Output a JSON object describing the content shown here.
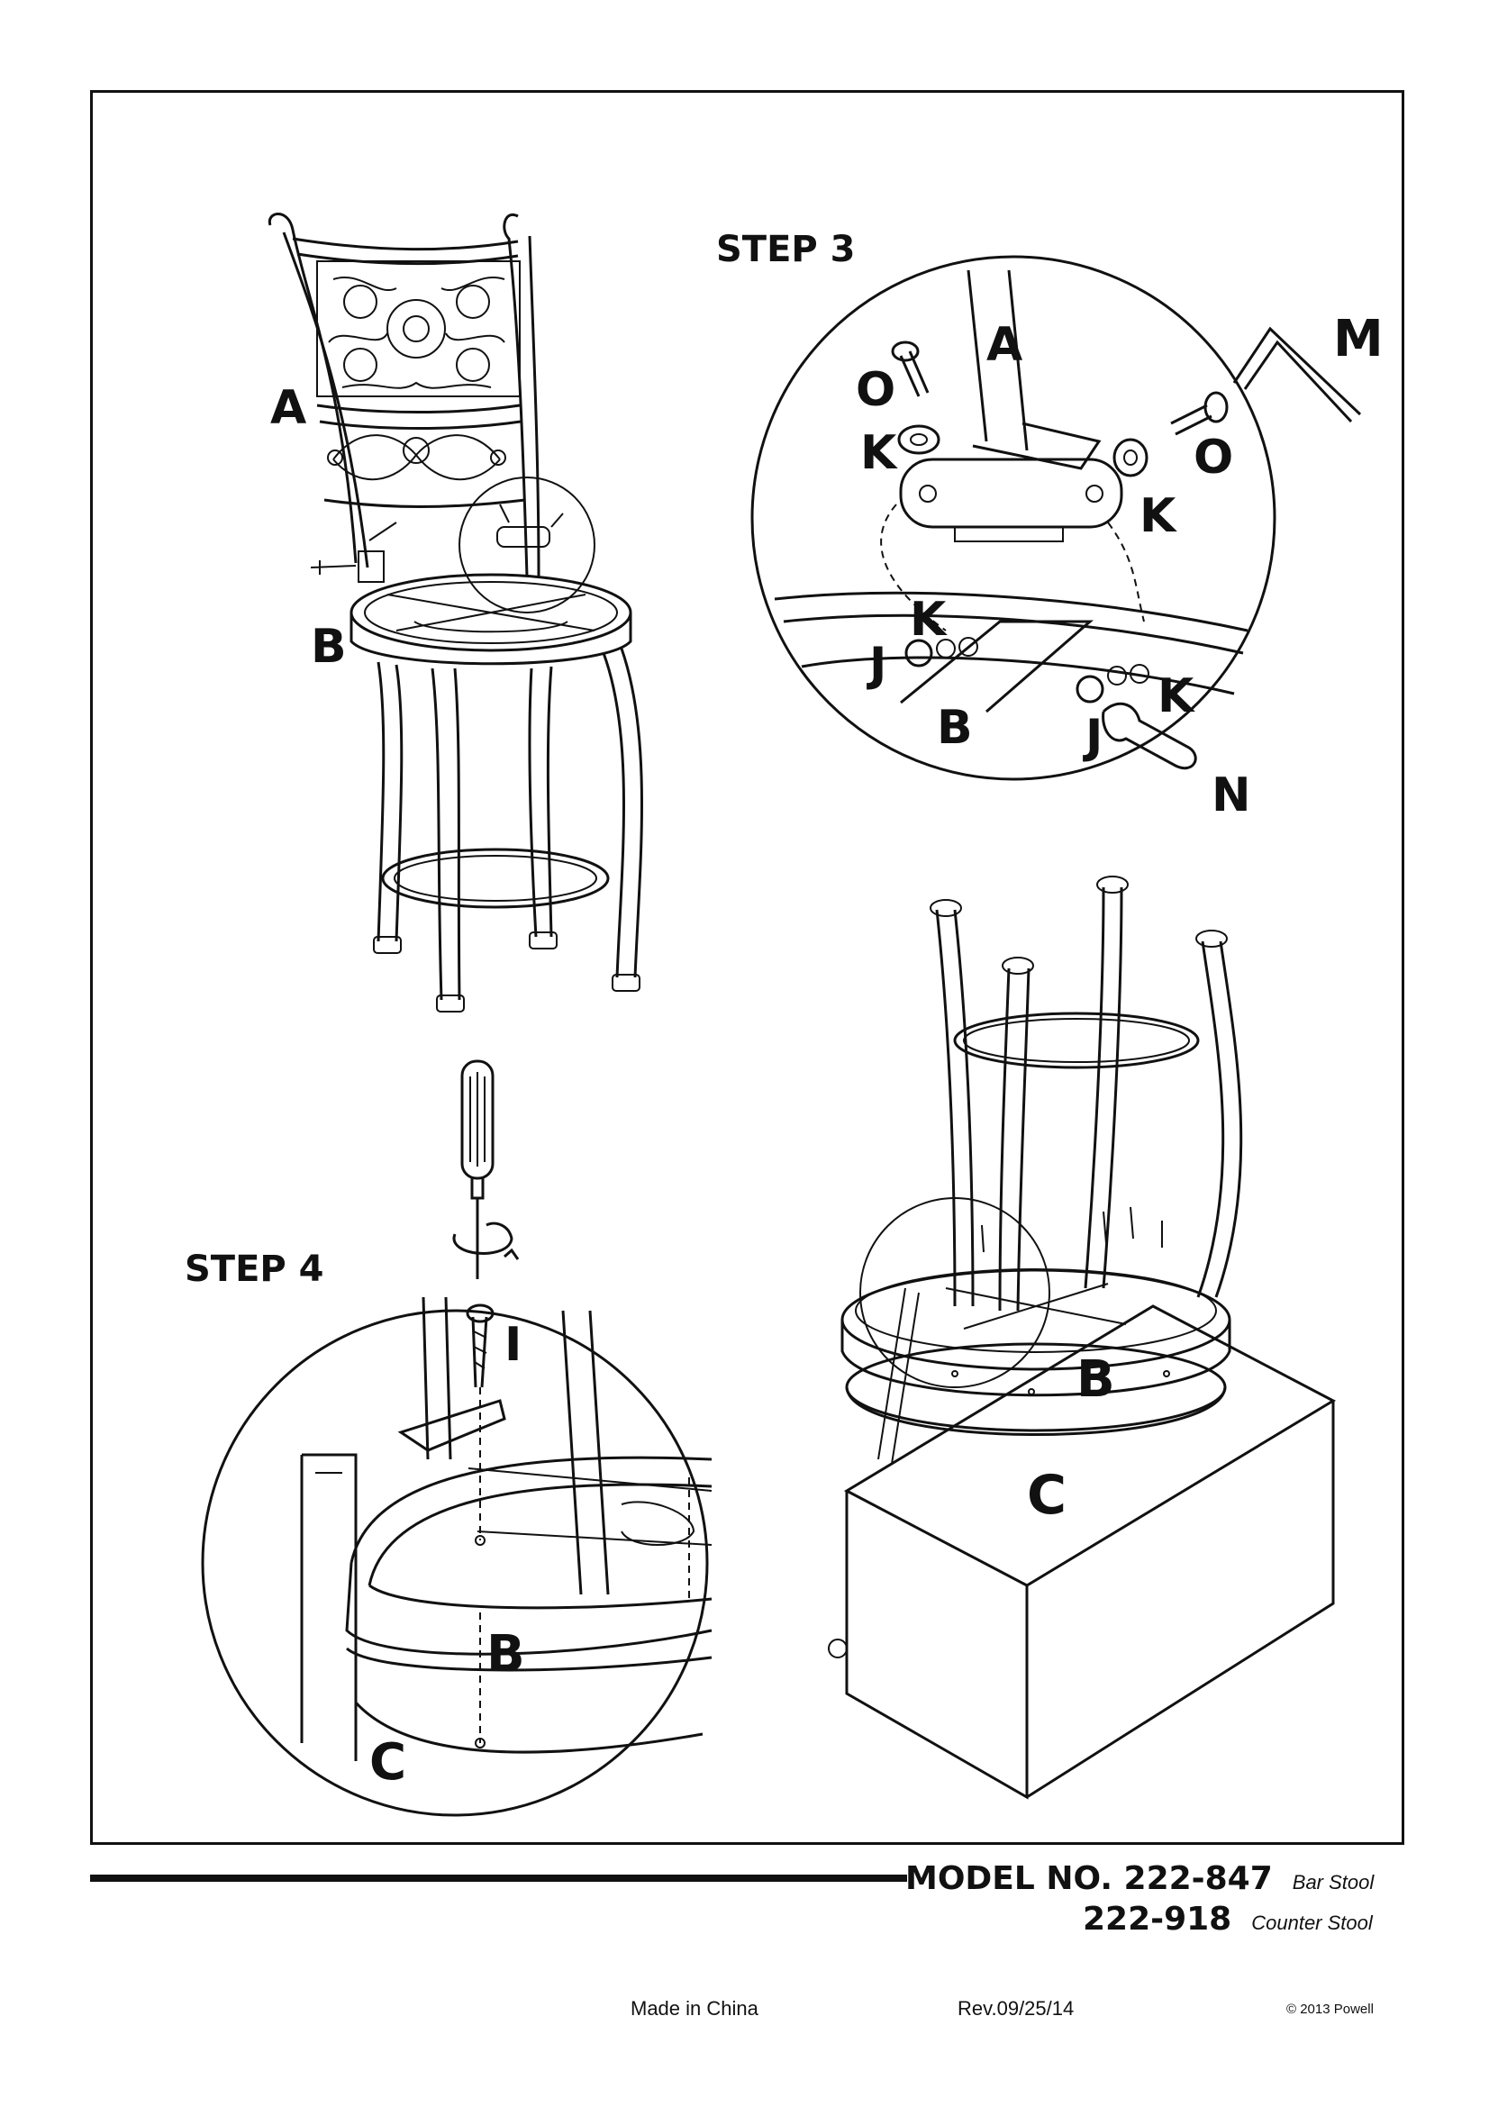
{
  "steps": {
    "step3": "STEP 3",
    "step4": "STEP 4"
  },
  "callouts": {
    "main_A": "A",
    "main_B": "B",
    "s3_A": "A",
    "s3_B": "B",
    "s3_O_left": "O",
    "s3_O_right": "O",
    "s3_K_left": "K",
    "s3_K_right": "K",
    "s3_K_center": "K",
    "s3_K_lower": "K",
    "s3_J_left": "J",
    "s3_J_right": "J",
    "s3_M": "M",
    "s3_N": "N",
    "s4_I": "I",
    "s4_B": "B",
    "s4_C": "C",
    "inv_B": "B",
    "inv_C": "C"
  },
  "footer": {
    "model_prefix": "MODEL NO. 222-847",
    "model_1_desc": "Bar Stool",
    "model_2": "222-918",
    "model_2_desc": "Counter Stool",
    "made_in": "Made in China",
    "revision": "Rev.09/25/14",
    "copyright": "© 2013 Powell"
  }
}
